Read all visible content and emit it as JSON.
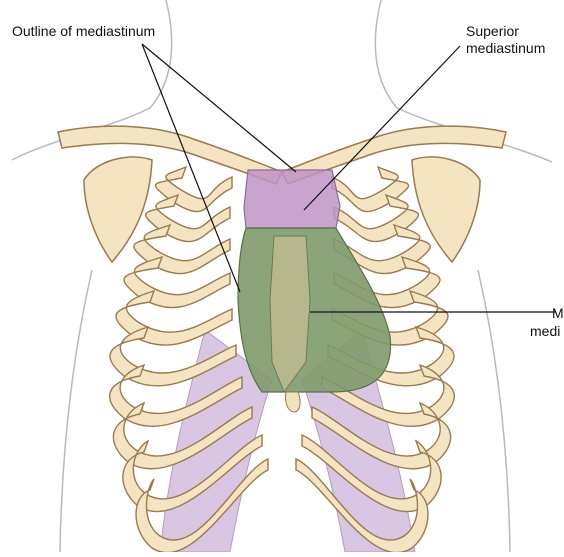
{
  "labels": {
    "outline": "Outline of mediastinum",
    "superior_line1": "Superior",
    "superior_line2": "mediastinum",
    "middle_line1": "M",
    "middle_line2": "medi"
  },
  "colors": {
    "bone_fill": "#f4e4c1",
    "bone_stroke": "#9a7a4e",
    "skin_stroke": "#b9b9b9",
    "superior_fill": "#bf94c6",
    "middle_fill": "#7f9a6c",
    "pleura_fill": "#d8c6e2",
    "leader_line": "#111111"
  },
  "icons": [
    "thorax-illustration"
  ]
}
